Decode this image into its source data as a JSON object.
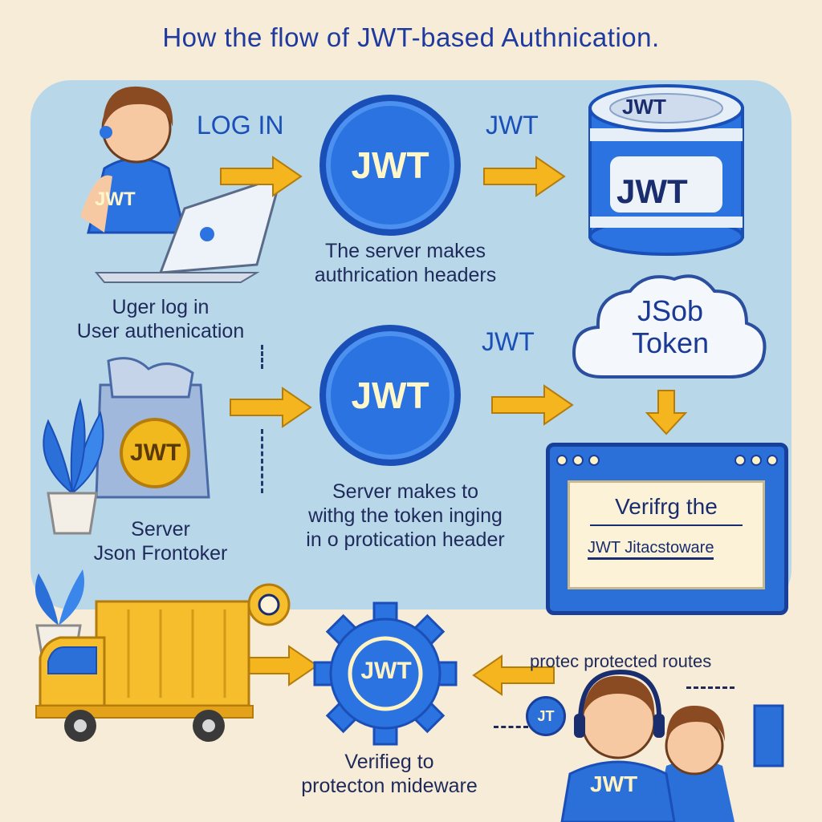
{
  "title": "How the flow of JWT-based Authnication.",
  "labels": {
    "login": "LOG IN",
    "jwt_top": "JWT",
    "jwt_mid": "JWT",
    "jwt_circle1": "JWT",
    "jwt_circle2": "JWT",
    "jwt_gear": "JWT",
    "jwt_shirt": "JWT",
    "jwt_shirt2": "JWT",
    "jwt_can_top": "JWT",
    "jwt_can_front": "JWT",
    "jwt_bag": "JWT",
    "jwt_badge": "JT",
    "cloud_line1": "JSob",
    "cloud_line2": "Token"
  },
  "captions": {
    "server_makes_line1": "The server makes",
    "server_makes_line2": "authrication headers",
    "user_line1": "Uger log in",
    "user_line2": "User authenication",
    "server_token_line1": "Server makes to",
    "server_token_line2": "withg the token inging",
    "server_token_line3": "in o protication header",
    "frontend_line1": "Server",
    "frontend_line2": "Json Frontoker",
    "protected": "protec protected routes",
    "middleware_line1": "Verifieg to",
    "middleware_line2": "protecton mideware"
  },
  "browser": {
    "line1": "Verifrg the",
    "line2": "JWT Jitacstoware"
  },
  "colors": {
    "background": "#f6ecd7",
    "panel": "#b8d8ea",
    "jwt_blue": "#2b73e0",
    "arrow_yellow": "#f5b51f",
    "title_blue": "#1f3a9e"
  }
}
